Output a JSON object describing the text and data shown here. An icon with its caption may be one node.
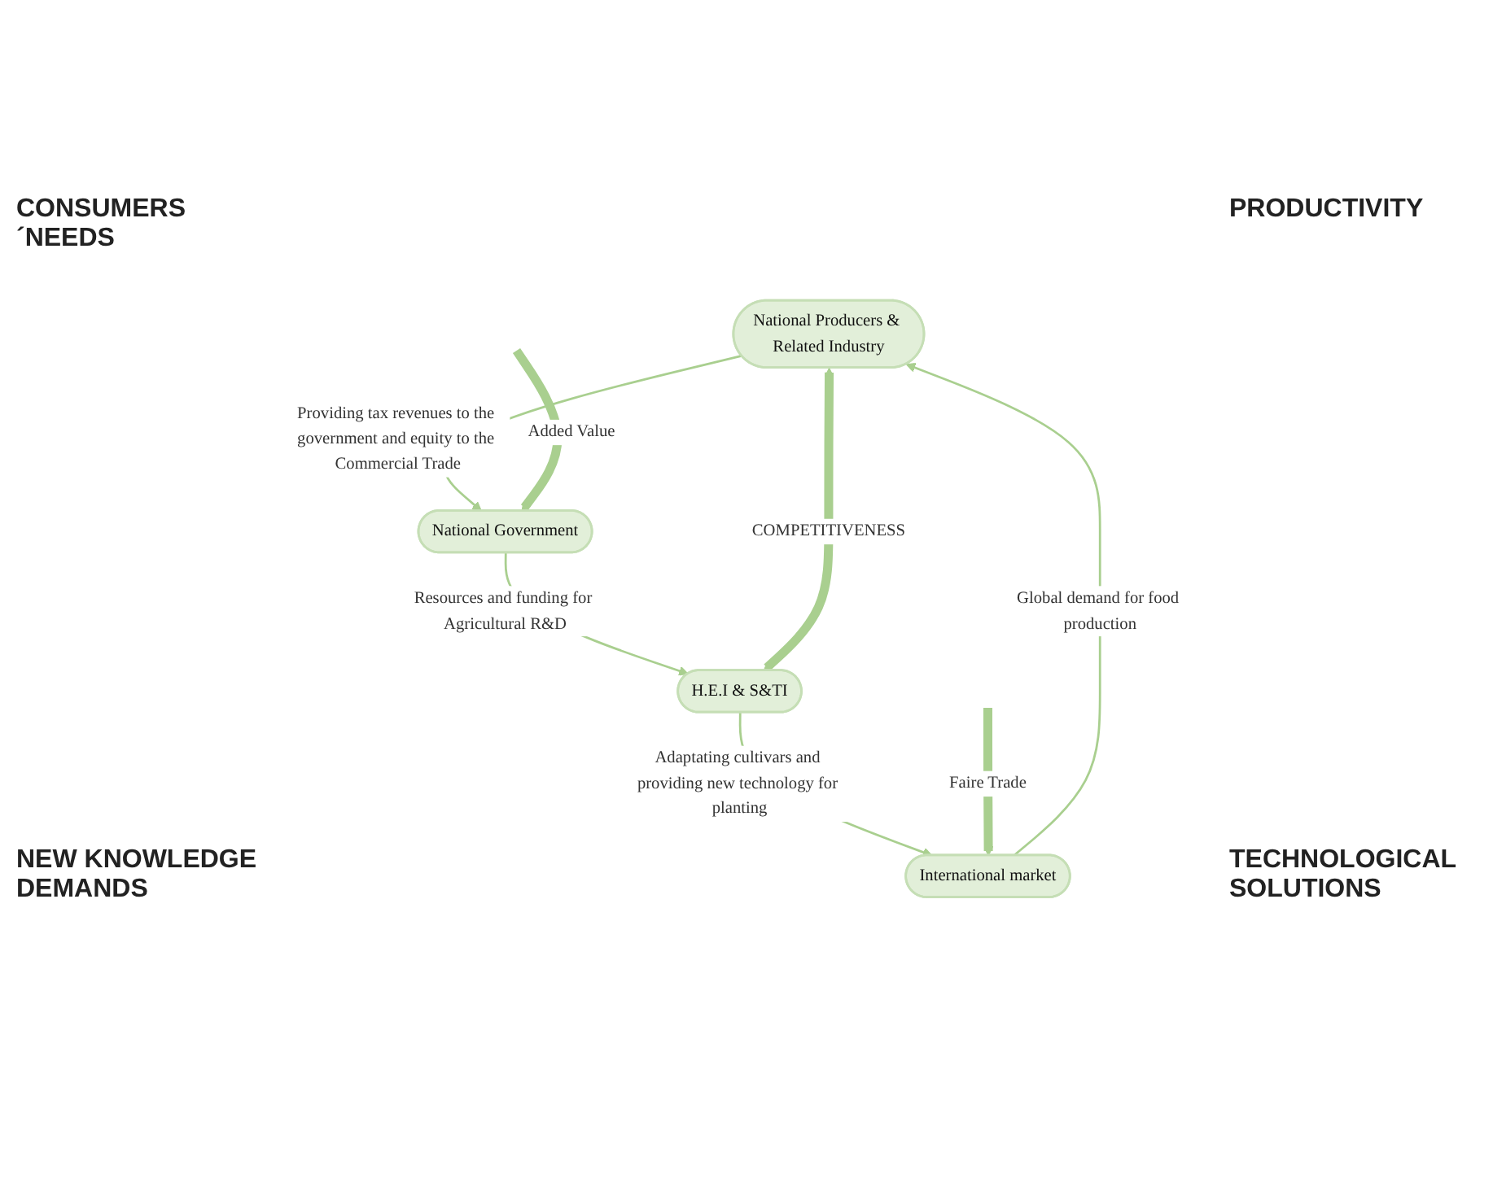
{
  "diagram": {
    "nodes": [
      {
        "text": [
          "National Producers & Related Industry"
        ]
      },
      {
        "text": [
          "International market"
        ]
      },
      {
        "text": [
          "National Government"
        ]
      },
      {
        "text": [
          "H.E.I & S&TI"
        ]
      }
    ],
    "edges": [
      {
        "from": 1,
        "to": 0,
        "arrow": "to",
        "label": "Global demand for food production"
      },
      {
        "from": 0,
        "to": 2,
        "arrow": "to",
        "label": "Providing tax revenues to the government and equity to the Commercial Trade"
      },
      {
        "from": 2,
        "to": 3,
        "arrow": "to",
        "label": "Resources and funding for Agricultural R&D"
      },
      {
        "from": 3,
        "to": 1,
        "arrow": "to",
        "label": "Adaptating cultivars and providing new technology for planting"
      },
      {
        "from": 3,
        "to": 0,
        "arrow": "both",
        "label": "COMPETITIVENESS",
        "style": "thick"
      },
      {
        "from": null,
        "to": 1,
        "arrow": "to",
        "label": "Faire Trade",
        "style": "thick"
      },
      {
        "from": null,
        "to": 2,
        "arrow": "to",
        "label": "Added Value",
        "style": "thick"
      }
    ],
    "labels": [
      "CONSUMERS´NEEDS",
      "PRODUCTIVITY",
      "NEW KNOWLEDGE DEMANDS",
      "TECHNOLOGICAL SOLUTIONS"
    ]
  }
}
